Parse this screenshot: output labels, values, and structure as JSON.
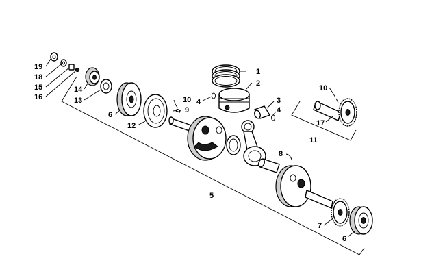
{
  "diagram": {
    "callouts": [
      {
        "id": "c1",
        "text": "1"
      },
      {
        "id": "c2",
        "text": "2"
      },
      {
        "id": "c3",
        "text": "3"
      },
      {
        "id": "c4a",
        "text": "4"
      },
      {
        "id": "c4b",
        "text": "4"
      },
      {
        "id": "c5",
        "text": "5"
      },
      {
        "id": "c6a",
        "text": "6"
      },
      {
        "id": "c6b",
        "text": "6"
      },
      {
        "id": "c7",
        "text": "7"
      },
      {
        "id": "c8",
        "text": "8"
      },
      {
        "id": "c9",
        "text": "9"
      },
      {
        "id": "c10a",
        "text": "10"
      },
      {
        "id": "c10b",
        "text": "10"
      },
      {
        "id": "c11",
        "text": "11"
      },
      {
        "id": "c12",
        "text": "12"
      },
      {
        "id": "c13",
        "text": "13"
      },
      {
        "id": "c14",
        "text": "14"
      },
      {
        "id": "c15",
        "text": "15"
      },
      {
        "id": "c16",
        "text": "16"
      },
      {
        "id": "c17",
        "text": "17"
      },
      {
        "id": "c18",
        "text": "18"
      },
      {
        "id": "c19",
        "text": "19"
      }
    ]
  }
}
